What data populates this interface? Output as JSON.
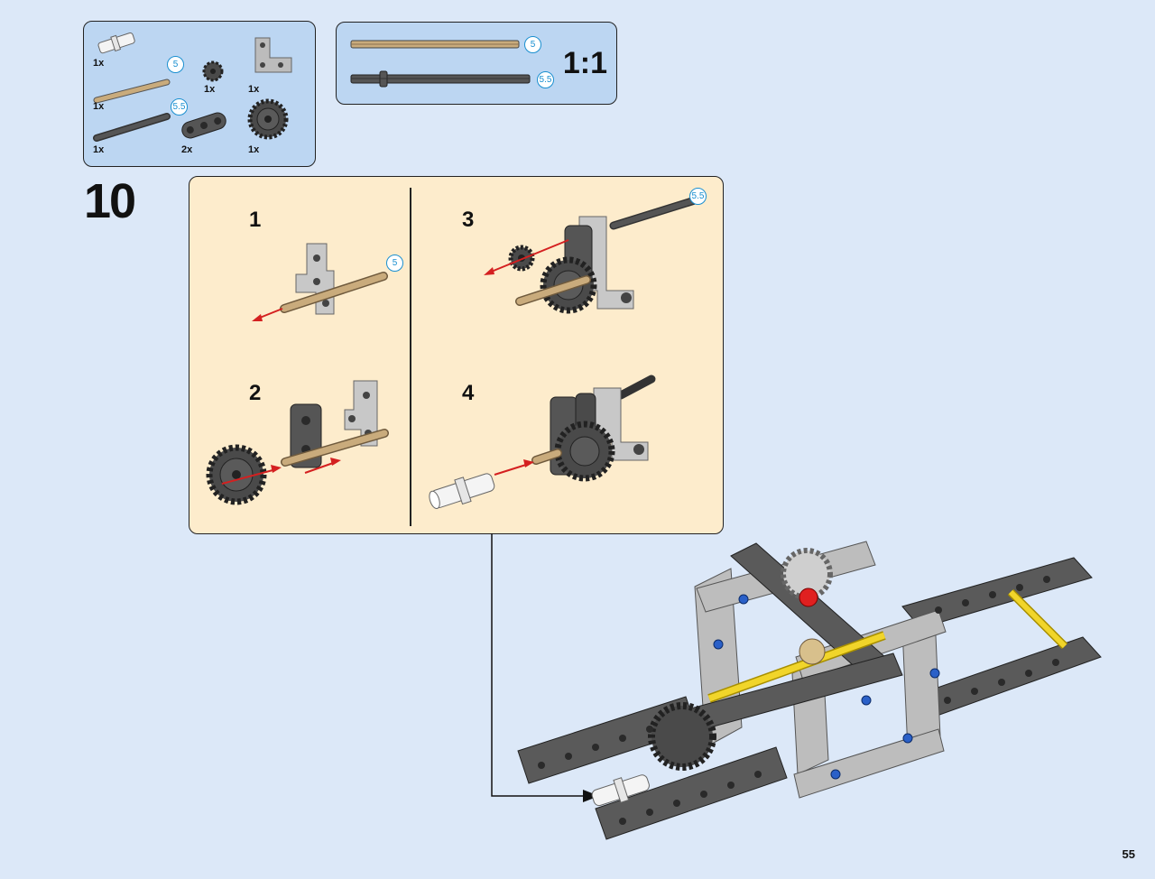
{
  "parts_list": {
    "items": [
      {
        "qty": "1x",
        "length": ""
      },
      {
        "qty": "1x",
        "length": "5"
      },
      {
        "qty": "1x",
        "length": ""
      },
      {
        "qty": "1x",
        "length": ""
      },
      {
        "qty": "1x",
        "length": "5.5"
      },
      {
        "qty": "2x",
        "length": ""
      },
      {
        "qty": "1x",
        "length": ""
      }
    ]
  },
  "scale_guide": {
    "ratio": "1:1",
    "axles": [
      {
        "length": "5"
      },
      {
        "length": "5.5"
      }
    ]
  },
  "step": {
    "number": "10",
    "substeps": [
      {
        "number": "1",
        "length": "5"
      },
      {
        "number": "2"
      },
      {
        "number": "3",
        "length": "5.5"
      },
      {
        "number": "4"
      }
    ]
  },
  "page": {
    "number": "55"
  },
  "colors": {
    "background": "#dce8f8",
    "parts_box": "#bcd6f2",
    "substep_panel": "#fdeccc",
    "arrow": "#d42020",
    "length_badge": "#1a8fd0"
  }
}
